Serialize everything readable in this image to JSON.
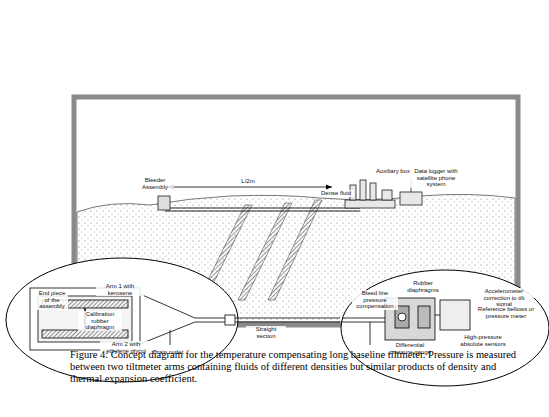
{
  "diagram": {
    "caption": "Figure 4:  Concept diagram for the temperature compensating long baseline tiltmeter. Pressure is measured between two tiltmeter arms containing fluids of different densities but similar products of density and thermal expansion coefficient.",
    "labels": [
      "Bleeder Assembly",
      "L/2m",
      "Dense fluid",
      "Auxiliary box",
      "Data logger with satellite phone system",
      "Arm 1 with kerosene",
      "End piece of the assembly",
      "Calibration rubber diaphragm",
      "Arm 2 with ethylene glycol",
      "Drain outlet",
      "Straight section",
      "Bleed line pressure compensation",
      "Rubber diaphragms",
      "Accelerometer correction to tilt signal",
      "Reference bellows or pressure meter",
      "Differential pressure gauge",
      "High-pressure absolute sensors"
    ]
  }
}
